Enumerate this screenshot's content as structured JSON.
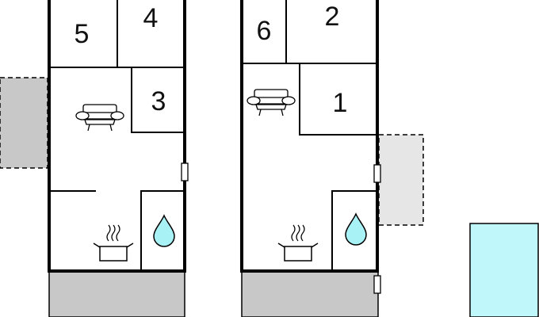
{
  "floorplan": {
    "units": [
      {
        "rooms": [
          {
            "number": "5",
            "type": "bedroom"
          },
          {
            "number": "4",
            "type": "bedroom"
          },
          {
            "number": "3",
            "type": "bedroom"
          }
        ],
        "icons": [
          "sofa-icon",
          "cooking-pot-icon",
          "water-drop-icon"
        ]
      },
      {
        "rooms": [
          {
            "number": "6",
            "type": "bedroom"
          },
          {
            "number": "2",
            "type": "bedroom"
          },
          {
            "number": "1",
            "type": "bedroom"
          }
        ],
        "icons": [
          "sofa-icon",
          "cooking-pot-icon",
          "water-drop-icon"
        ]
      }
    ],
    "colors": {
      "wall": "#000000",
      "terrace": "#c8c8c8",
      "terrace_light": "#e6e6e6",
      "pool": "#bff7fb",
      "water_drop": "#a8f2f6"
    }
  }
}
